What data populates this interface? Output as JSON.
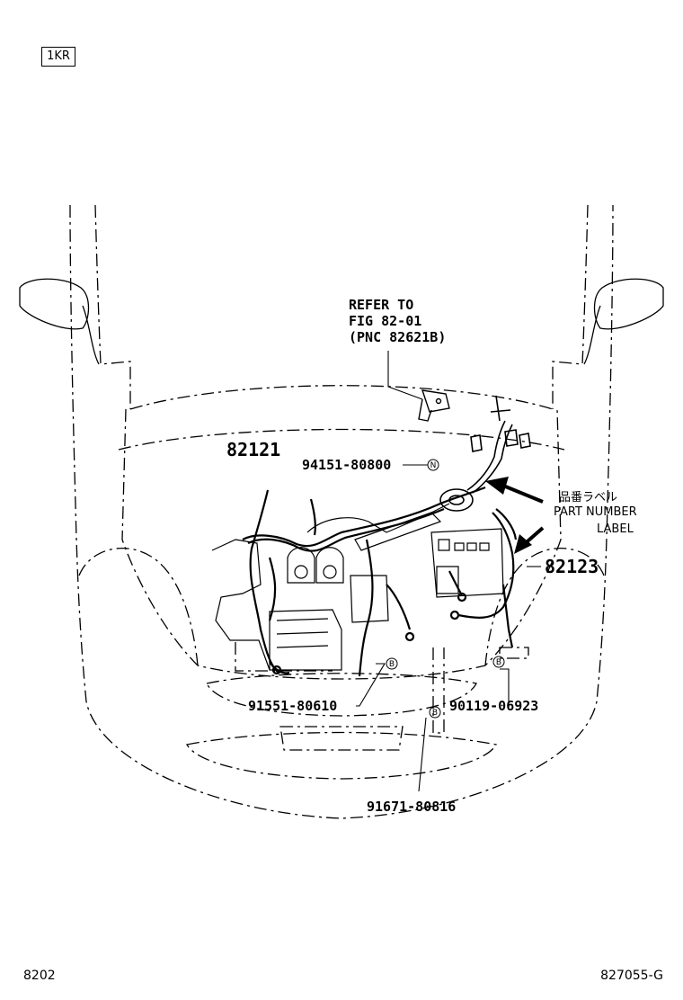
{
  "header": {
    "engine_code": "1KR"
  },
  "callouts": {
    "refer_line1": "REFER TO",
    "refer_line2": "FIG 82-01",
    "refer_line3": "(PNC 82621B)",
    "pnc_left": "82121",
    "pnc_right": "82123",
    "part_94151": "94151-80800",
    "part_91551": "91551-80610",
    "part_90119": "90119-06923",
    "part_91671": "91671-80816"
  },
  "markers": {
    "n": "N",
    "b": "B"
  },
  "label_callout": {
    "japanese": "品番ラベル",
    "line1": "PART NUMBER",
    "line2": "LABEL"
  },
  "footer": {
    "left": "8202",
    "right": "827055-G"
  }
}
